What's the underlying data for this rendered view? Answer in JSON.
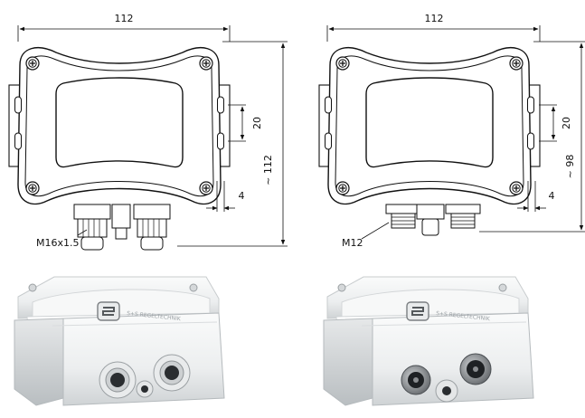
{
  "drawings": [
    {
      "name": "cable-gland-version",
      "width_dim": "112",
      "hole_spacing_dim": "20",
      "hole_width_dim": "4",
      "height_dim": "~ 112",
      "connector_label": "M16x1.5"
    },
    {
      "name": "m12-connector-version",
      "width_dim": "112",
      "hole_spacing_dim": "20",
      "hole_width_dim": "4",
      "height_dim": "~ 98",
      "connector_label": "M12"
    }
  ],
  "photos": [
    {
      "name": "cable-gland-photo",
      "brand_text": "S+S REGELTECHNIK"
    },
    {
      "name": "m12-photo",
      "brand_text": "S+S REGELTECHNIK"
    }
  ],
  "colors": {
    "line": "#1a1a1a",
    "housing": "#f4f5f5",
    "housing_shade": "#c9cdcf",
    "window": "#ffffff",
    "metal": "#8a8d90"
  }
}
